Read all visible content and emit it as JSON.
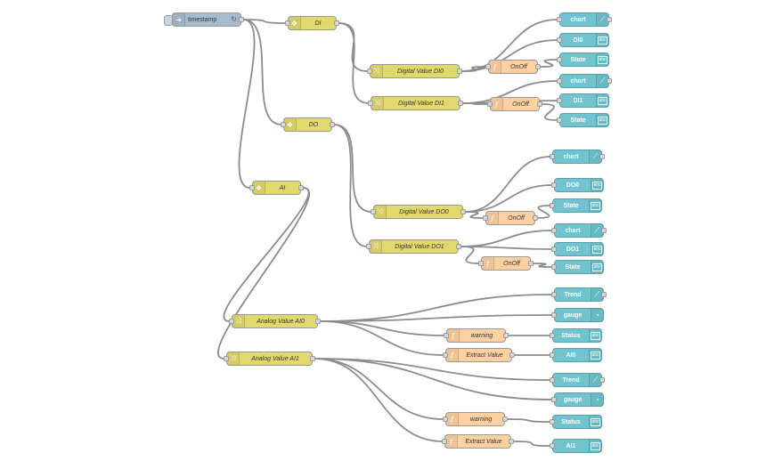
{
  "colors": {
    "inject": "#a6bbcf",
    "filter": "#e2d96e",
    "function": "#fdd0a2",
    "dashboard": "#71c4cf",
    "wire": "#8c8c8c"
  },
  "nodes": [
    {
      "id": "ts",
      "label": "timestamp",
      "type": "inject",
      "icon": "arrow-in-icon",
      "refresh_glyph": "↻"
    },
    {
      "id": "di",
      "label": "DI",
      "type": "filter",
      "icon": "filter-icon",
      "italic": true
    },
    {
      "id": "do",
      "label": "DO",
      "type": "filter",
      "icon": "filter-icon",
      "italic": true
    },
    {
      "id": "ai",
      "label": "AI",
      "type": "filter",
      "icon": "filter-icon",
      "italic": true
    },
    {
      "id": "dvdi0",
      "label": "Digital Value DI0",
      "type": "change",
      "icon": "shuffle-icon",
      "italic": true
    },
    {
      "id": "dvdi1",
      "label": "Digital Value DI1",
      "type": "change",
      "icon": "shuffle-icon",
      "italic": true
    },
    {
      "id": "onoff1",
      "label": "OnOff",
      "type": "function",
      "icon": "function-icon",
      "italic": true
    },
    {
      "id": "onoff2",
      "label": "OnOff",
      "type": "function",
      "icon": "function-icon",
      "italic": true
    },
    {
      "id": "dvdo0",
      "label": "Digital Value DO0",
      "type": "change",
      "icon": "shuffle-icon",
      "italic": true
    },
    {
      "id": "dvdo1",
      "label": "Digital Value DO1",
      "type": "change",
      "icon": "shuffle-icon",
      "italic": true
    },
    {
      "id": "onoff3",
      "label": "OnOff",
      "type": "function",
      "icon": "function-icon",
      "italic": true
    },
    {
      "id": "onoff4",
      "label": "OnOff",
      "type": "function",
      "icon": "function-icon",
      "italic": true
    },
    {
      "id": "avai0",
      "label": "Analog Value AI0",
      "type": "change",
      "icon": "shuffle-icon",
      "italic": true
    },
    {
      "id": "avai1",
      "label": "Analog Value AI1",
      "type": "change",
      "icon": "shuffle-icon",
      "italic": true
    },
    {
      "id": "warn0",
      "label": "warning",
      "type": "function",
      "icon": "function-icon",
      "italic": true
    },
    {
      "id": "ext0",
      "label": "Extract Value",
      "type": "function",
      "icon": "function-icon",
      "italic": true
    },
    {
      "id": "warn1",
      "label": "warning",
      "type": "function",
      "icon": "function-icon",
      "italic": true
    },
    {
      "id": "ext1",
      "label": "Extract Value",
      "type": "function",
      "icon": "function-icon",
      "italic": true
    },
    {
      "id": "c1",
      "label": "chart",
      "type": "ui",
      "icon": "chart-icon"
    },
    {
      "id": "t1",
      "label": "DI0",
      "type": "ui",
      "icon": "text-icon",
      "glyph": "abc"
    },
    {
      "id": "s1",
      "label": "State",
      "type": "ui",
      "icon": "text-icon",
      "glyph": "abc"
    },
    {
      "id": "c2",
      "label": "chart",
      "type": "ui",
      "icon": "chart-icon"
    },
    {
      "id": "t2",
      "label": "DI1",
      "type": "ui",
      "icon": "text-icon",
      "glyph": "abc"
    },
    {
      "id": "s2",
      "label": "State",
      "type": "ui",
      "icon": "text-icon",
      "glyph": "abc"
    },
    {
      "id": "c3",
      "label": "chart",
      "type": "ui",
      "icon": "chart-icon"
    },
    {
      "id": "t3",
      "label": "DO0",
      "type": "ui",
      "icon": "text-icon",
      "glyph": "abc"
    },
    {
      "id": "s3",
      "label": "State",
      "type": "ui",
      "icon": "text-icon",
      "glyph": "abc"
    },
    {
      "id": "c4",
      "label": "chart",
      "type": "ui",
      "icon": "chart-icon"
    },
    {
      "id": "t4",
      "label": "DO1",
      "type": "ui",
      "icon": "text-icon",
      "glyph": "abc"
    },
    {
      "id": "s4",
      "label": "State",
      "type": "ui",
      "icon": "text-icon",
      "glyph": "abc"
    },
    {
      "id": "tr0",
      "label": "Trend",
      "type": "ui",
      "icon": "chart-icon"
    },
    {
      "id": "g0",
      "label": "gauge",
      "type": "ui",
      "icon": "gauge-icon"
    },
    {
      "id": "st0",
      "label": "Status",
      "type": "ui",
      "icon": "text-icon",
      "glyph": "abc"
    },
    {
      "id": "ai0",
      "label": "AI0",
      "type": "ui",
      "icon": "text-icon",
      "glyph": "abc"
    },
    {
      "id": "tr1",
      "label": "Trend",
      "type": "ui",
      "icon": "chart-icon"
    },
    {
      "id": "g1",
      "label": "gauge",
      "type": "ui",
      "icon": "gauge-icon"
    },
    {
      "id": "st1",
      "label": "Status",
      "type": "ui",
      "icon": "text-icon",
      "glyph": "abc"
    },
    {
      "id": "ai1",
      "label": "AI1",
      "type": "ui",
      "icon": "text-icon",
      "glyph": "abc"
    }
  ],
  "wires": [
    [
      "ts",
      "di"
    ],
    [
      "ts",
      "do"
    ],
    [
      "ts",
      "ai"
    ],
    [
      "di",
      "dvdi0"
    ],
    [
      "di",
      "dvdi1"
    ],
    [
      "dvdi0",
      "c1"
    ],
    [
      "dvdi0",
      "t1"
    ],
    [
      "dvdi0",
      "onoff1"
    ],
    [
      "onoff1",
      "s1"
    ],
    [
      "dvdi1",
      "c2"
    ],
    [
      "dvdi1",
      "t2"
    ],
    [
      "dvdi1",
      "onoff2"
    ],
    [
      "onoff2",
      "s2"
    ],
    [
      "do",
      "dvdo0"
    ],
    [
      "do",
      "dvdo1"
    ],
    [
      "dvdo0",
      "c3"
    ],
    [
      "dvdo0",
      "t3"
    ],
    [
      "dvdo0",
      "onoff3"
    ],
    [
      "onoff3",
      "s3"
    ],
    [
      "dvdo1",
      "c4"
    ],
    [
      "dvdo1",
      "t4"
    ],
    [
      "dvdo1",
      "onoff4"
    ],
    [
      "onoff4",
      "s4"
    ],
    [
      "ai",
      "avai0"
    ],
    [
      "ai",
      "avai1"
    ],
    [
      "avai0",
      "tr0"
    ],
    [
      "avai0",
      "g0"
    ],
    [
      "avai0",
      "warn0"
    ],
    [
      "avai0",
      "ext0"
    ],
    [
      "warn0",
      "st0"
    ],
    [
      "ext0",
      "ai0"
    ],
    [
      "avai1",
      "tr1"
    ],
    [
      "avai1",
      "g1"
    ],
    [
      "avai1",
      "warn1"
    ],
    [
      "avai1",
      "ext1"
    ],
    [
      "warn1",
      "st1"
    ],
    [
      "ext1",
      "ai1"
    ]
  ]
}
